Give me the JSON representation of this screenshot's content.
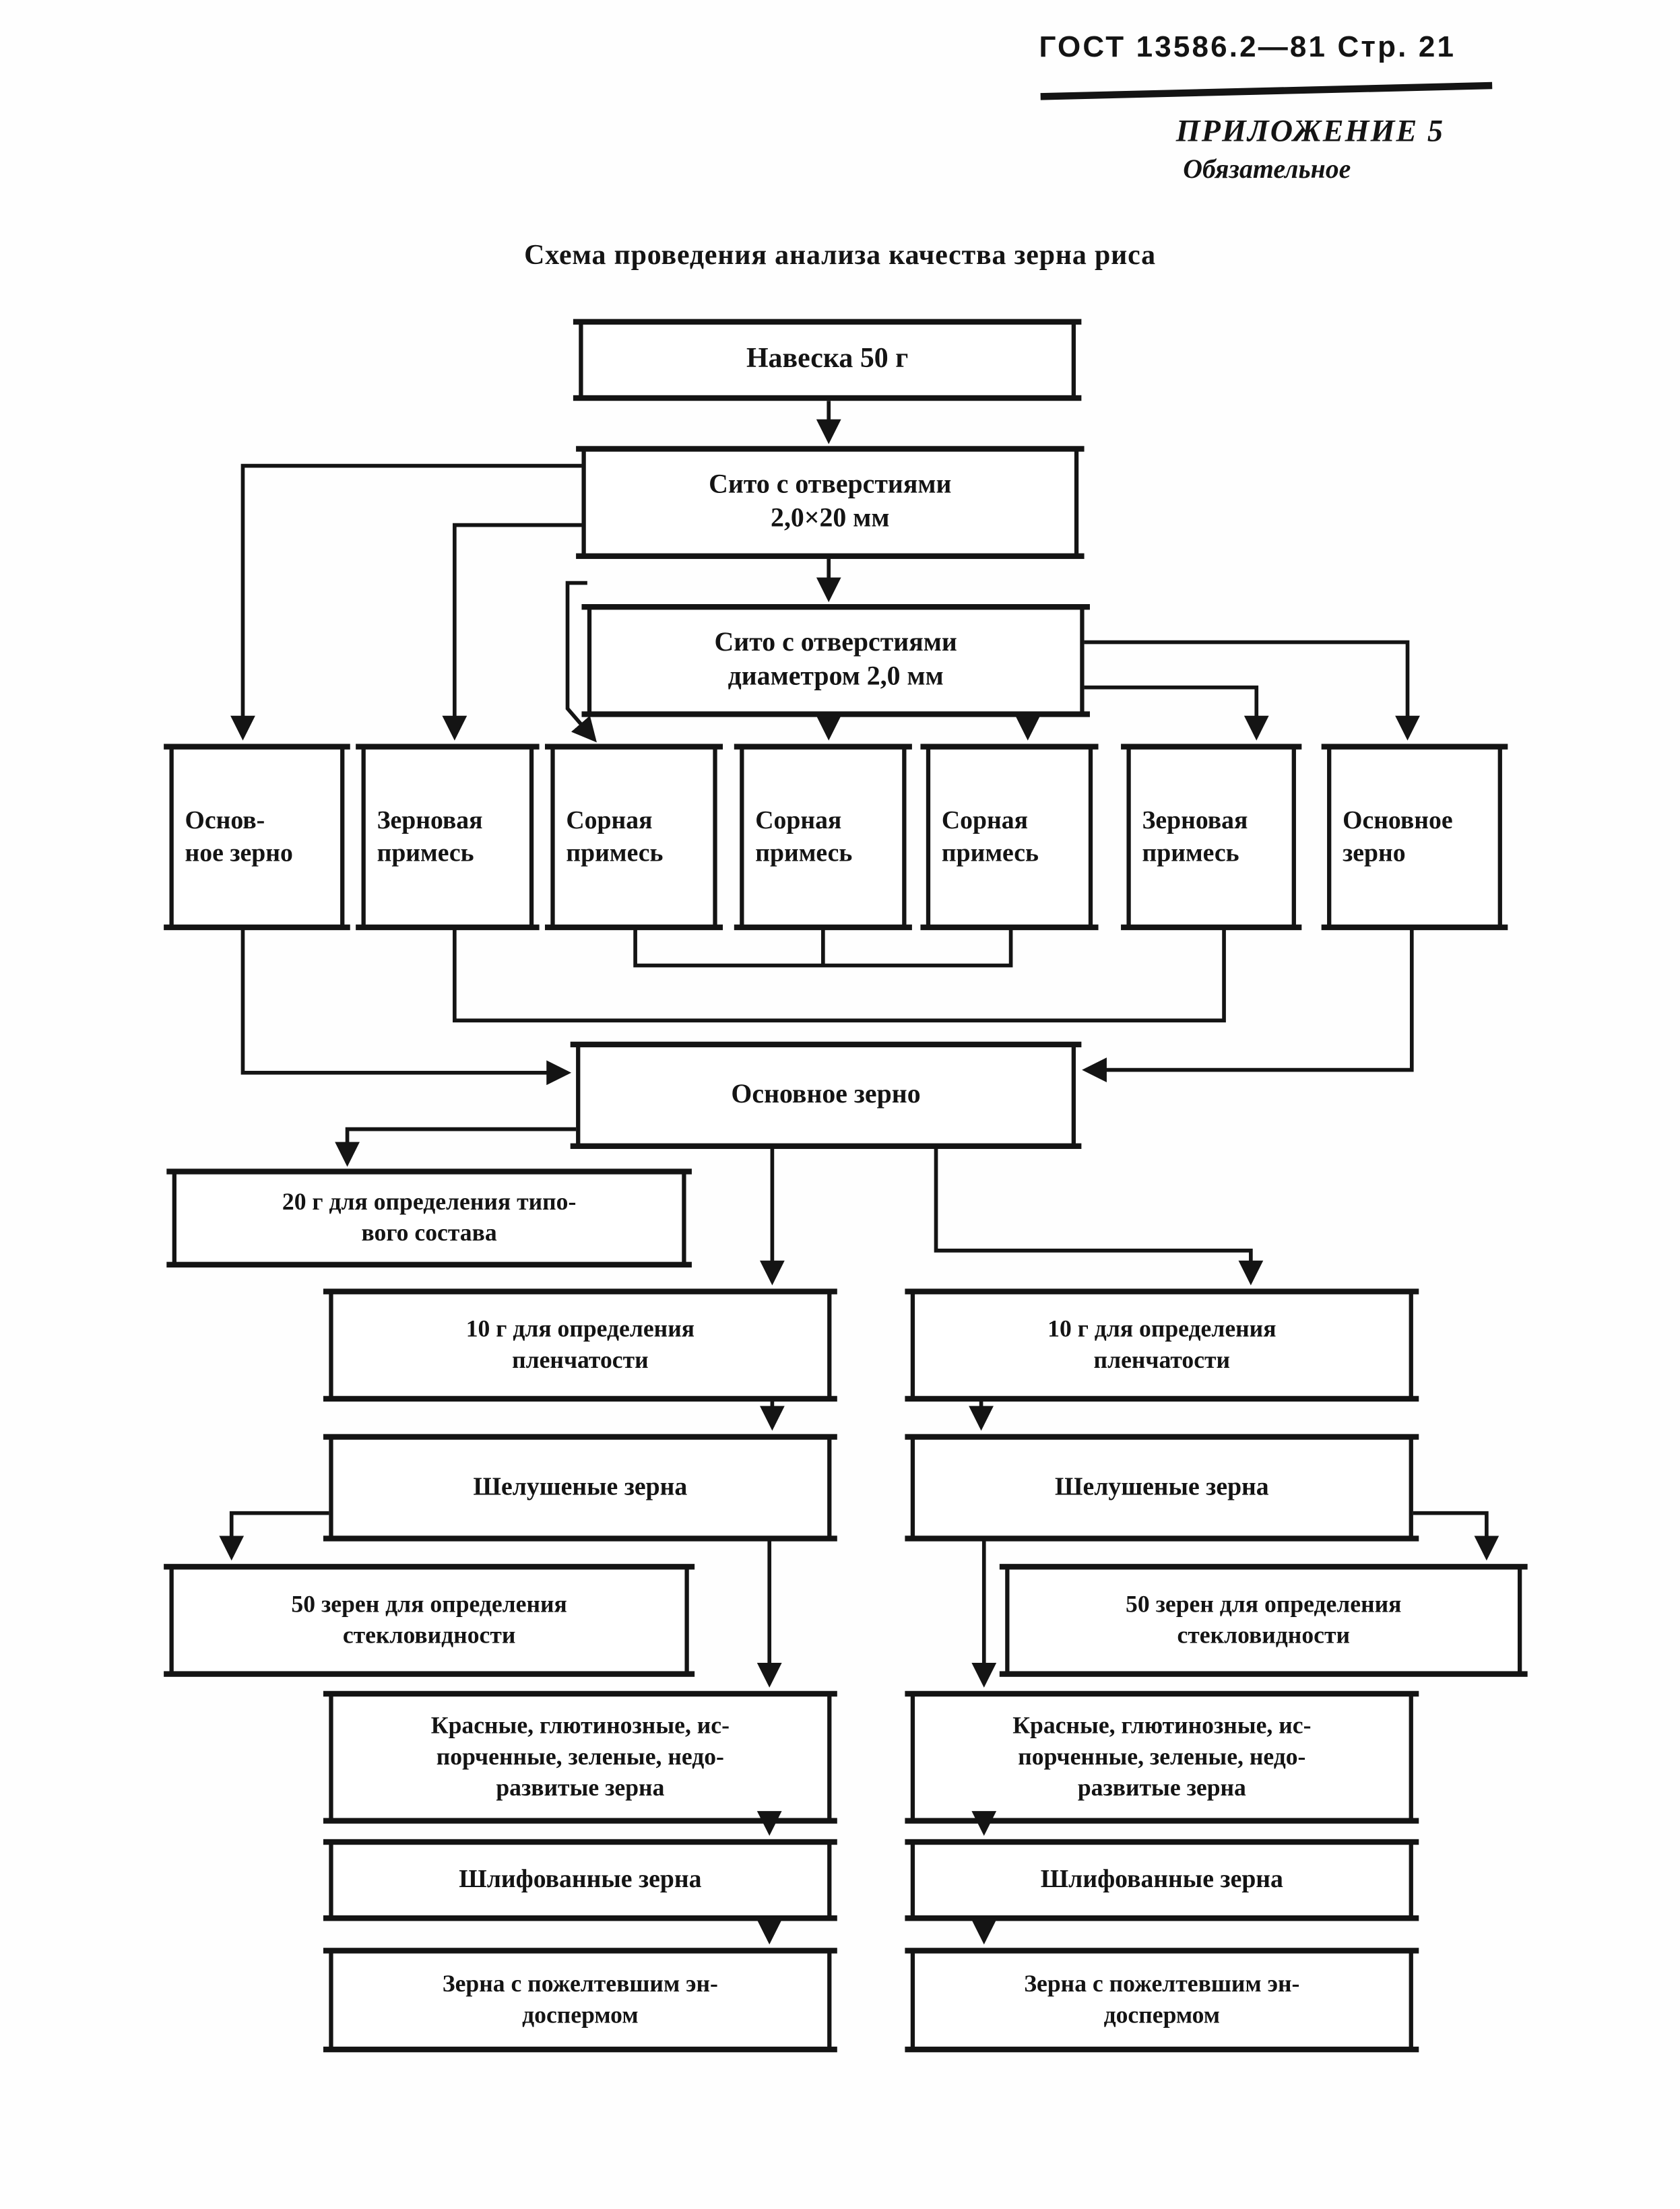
{
  "page_header": {
    "standard_ref": "ГОСТ 13586.2—81 Стр. 21",
    "appendix": "ПРИЛОЖЕНИЕ 5",
    "appendix_note": "Обязательное"
  },
  "title": "Схема проведения анализа качества зерна риса",
  "ink_color": "#141414",
  "paper_color": "#fefefe",
  "nodes": {
    "naveska": "Навеска 50 г",
    "sieve_slots": "Сито с отверстиями\n2,0×20 мм",
    "sieve_round": "Сито с отверстиями\nдиаметром 2,0 мм",
    "main_grain_hyphen": "Основ-\nное зерно",
    "grain_admixture": "Зерновая\nпримесь",
    "weed_admixture": "Сорная\nпримесь",
    "main_grain_two_lines": "Основное\nзерно",
    "main_grain": "Основное  зерно",
    "g20_type": "20 г для определения типо-\nвого состава",
    "g10_filminess": "10 г для определения\nпленчатости",
    "husked": "Шелушеные  зерна",
    "z50_vitreous": "50 зерен для определения\nстекловидности",
    "defective": "Красные, глютинозные, ис-\nпорченные, зеленые, недо-\nразвитые зерна",
    "polished": "Шлифованные зерна",
    "yellowed": "Зерна  с  пожелтевшим  эн-\nдоспермом"
  }
}
